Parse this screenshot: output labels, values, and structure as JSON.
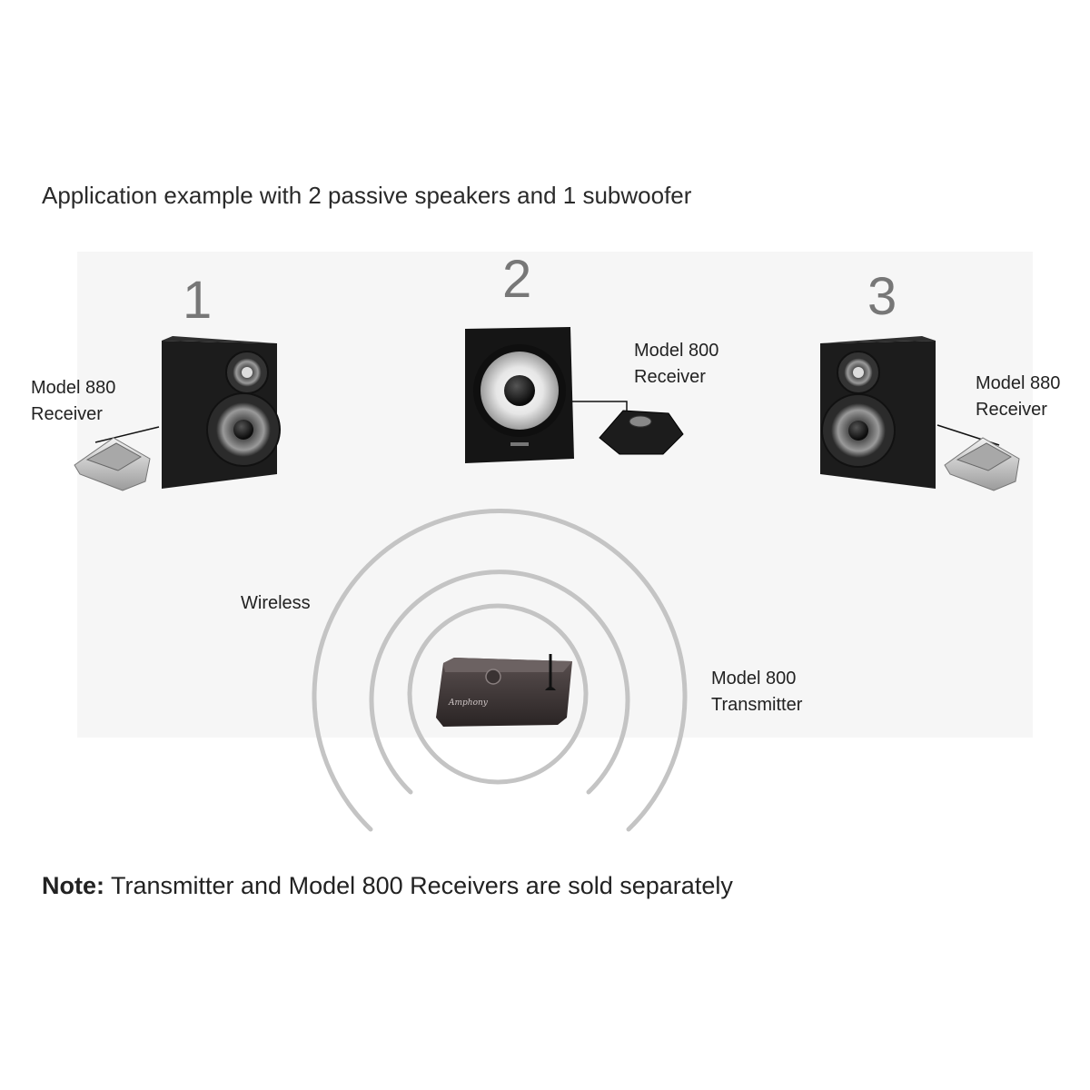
{
  "heading": "Application example with 2 passive speakers and 1 subwoofer",
  "units": [
    {
      "number": "1",
      "label_line1": "Model 880",
      "label_line2": "Receiver"
    },
    {
      "number": "2",
      "label_line1": "Model 800",
      "label_line2": "Receiver"
    },
    {
      "number": "3",
      "label_line1": "Model 880",
      "label_line2": "Receiver"
    }
  ],
  "wireless_label": "Wireless",
  "transmitter": {
    "label_line1": "Model 800",
    "label_line2": "Transmitter",
    "brand": "Amphony"
  },
  "note": {
    "bold": "Note:",
    "text": " Transmitter and Model 800 Receivers are sold separately"
  },
  "colors": {
    "panel": "#f6f6f6",
    "rings": "#c4c4c4",
    "speaker": "#1c1c1c",
    "silver": "#c8c8c8"
  }
}
